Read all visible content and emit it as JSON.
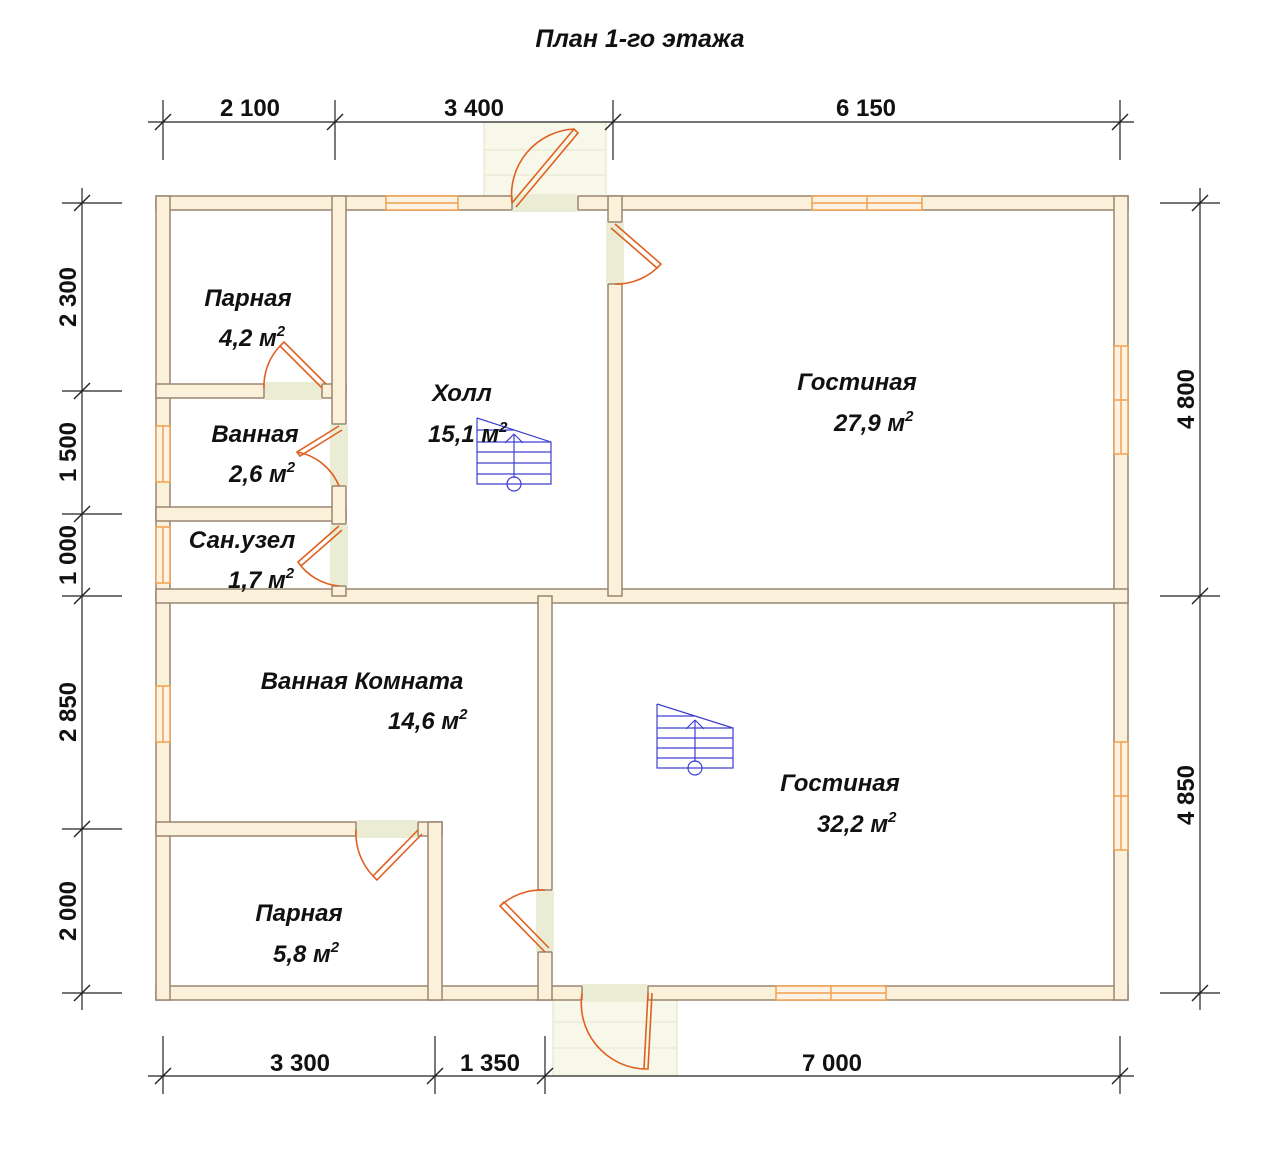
{
  "title": "План 1-го этажа",
  "colors": {
    "wall_fill": "#fbf0d9",
    "wall_stroke": "#9a8670",
    "door_arc": "#e06020",
    "window": "#f2a050",
    "opening": "#ebecd4",
    "stairs": "#4040d0",
    "porch": "#f7f7ea"
  },
  "dimensions": {
    "top": [
      "2 100",
      "3 400",
      "6 150"
    ],
    "bottom": [
      "3 300",
      "1 350",
      "7 000"
    ],
    "left": [
      "2 300",
      "1 500",
      "1 000",
      "2 850",
      "2 000"
    ],
    "right": [
      "4 800",
      "4 850"
    ]
  },
  "rooms": {
    "steam1": {
      "name": "Парная",
      "area": "4,2 м",
      "sup": "2"
    },
    "bath": {
      "name": "Ванная",
      "area": "2,6 м",
      "sup": "2"
    },
    "wc": {
      "name": "Сан.узел",
      "area": "1,7 м",
      "sup": "2"
    },
    "hall": {
      "name": "Холл",
      "area": "15,1 м",
      "sup": "2"
    },
    "living1": {
      "name": "Гостиная",
      "area": "27,9 м",
      "sup": "2"
    },
    "bathroom": {
      "name": "Ванная Комната",
      "area": "14,6 м",
      "sup": "2"
    },
    "living2": {
      "name": "Гостиная",
      "area": "32,2 м",
      "sup": "2"
    },
    "steam2": {
      "name": "Парная",
      "area": "5,8 м",
      "sup": "2"
    }
  }
}
